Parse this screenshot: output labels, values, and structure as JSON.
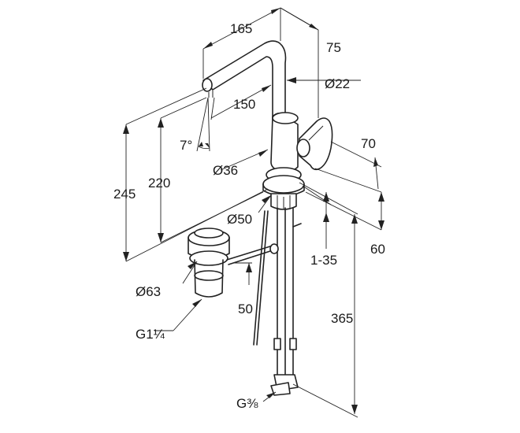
{
  "dimensions": {
    "d165": "165",
    "d75": "75",
    "d22": "Ø22",
    "d150": "150",
    "d7deg": "7°",
    "d70": "70",
    "d36": "Ø36",
    "d245": "245",
    "d220": "220",
    "d50dia": "Ø50",
    "d60": "60",
    "d1_35": "1-35",
    "d63": "Ø63",
    "d50": "50",
    "d365": "365",
    "g114": "G1¼",
    "g38": "G⅜"
  }
}
